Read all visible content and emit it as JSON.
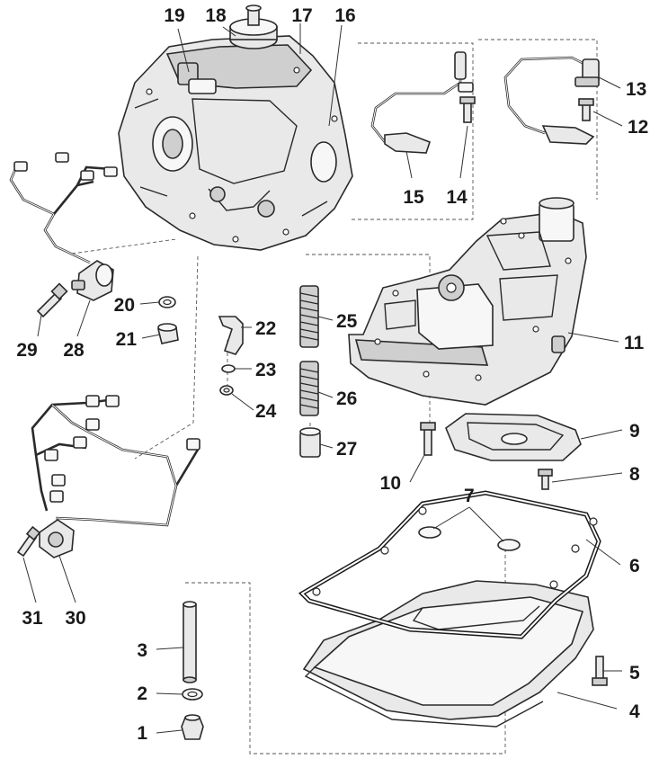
{
  "labels": [
    "1",
    "2",
    "3",
    "4",
    "5",
    "6",
    "7",
    "8",
    "9",
    "10",
    "11",
    "12",
    "13",
    "14",
    "15",
    "16",
    "17",
    "18",
    "19",
    "20",
    "21",
    "22",
    "23",
    "24",
    "25",
    "26",
    "27",
    "28",
    "29",
    "30",
    "31"
  ]
}
